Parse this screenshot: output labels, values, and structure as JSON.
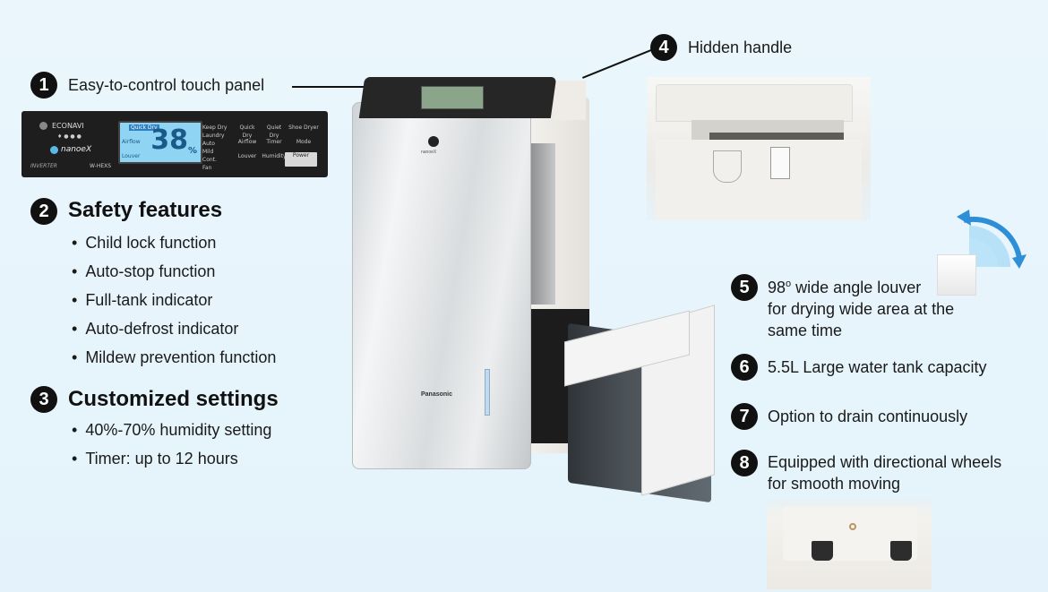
{
  "callouts": {
    "c1": {
      "num": "1",
      "label": "Easy-to-control touch panel"
    },
    "c2": {
      "num": "2",
      "title": "Safety features",
      "items": [
        "Child lock function",
        "Auto-stop function",
        "Full-tank indicator",
        "Auto-defrost indicator",
        "Mildew prevention function"
      ]
    },
    "c3": {
      "num": "3",
      "title": "Customized settings",
      "items": [
        "40%-70% humidity setting",
        "Timer: up to 12 hours"
      ]
    },
    "c4": {
      "num": "4",
      "label": "Hidden handle"
    },
    "c5": {
      "num": "5",
      "line1_a": "98",
      "line1_sup": "o",
      "line1_b": " wide angle louver",
      "line2": "for drying wide area at the",
      "line3": "same time"
    },
    "c6": {
      "num": "6",
      "label": "5.5L Large water tank capacity"
    },
    "c7": {
      "num": "7",
      "label": "Option to drain continuously"
    },
    "c8": {
      "num": "8",
      "line1": "Equipped with directional wheels",
      "line2": "for smooth moving"
    }
  },
  "panel": {
    "econavi": "ECONAVI",
    "nanoe": "nanoeX",
    "inverter": "INVERTER",
    "model": "W-HEXS",
    "lcd_mode": "Quick Dry",
    "lcd_value": "38",
    "lcd_unit": "%",
    "airflow": "Airflow",
    "louver": "Louver",
    "modes": [
      "Keep Dry",
      "Laundry",
      "Auto",
      "Mild",
      "Cont.",
      "Fan"
    ],
    "col1": [
      "Quick Dry",
      "Airflow",
      "Louver"
    ],
    "col2": [
      "Quiet Dry",
      "Timer",
      "Humidity"
    ],
    "col3": [
      "Shoe Dryer",
      "Mode",
      "Power"
    ]
  },
  "device": {
    "brand": "Panasonic",
    "nanoe_badge": "nanoeX"
  },
  "colors": {
    "badge": "#111111",
    "background": "#e6f4fb",
    "panel": "#1e1e1e",
    "lcd": "#8fd4f2",
    "louver_arrow": "#2e8fd6"
  }
}
